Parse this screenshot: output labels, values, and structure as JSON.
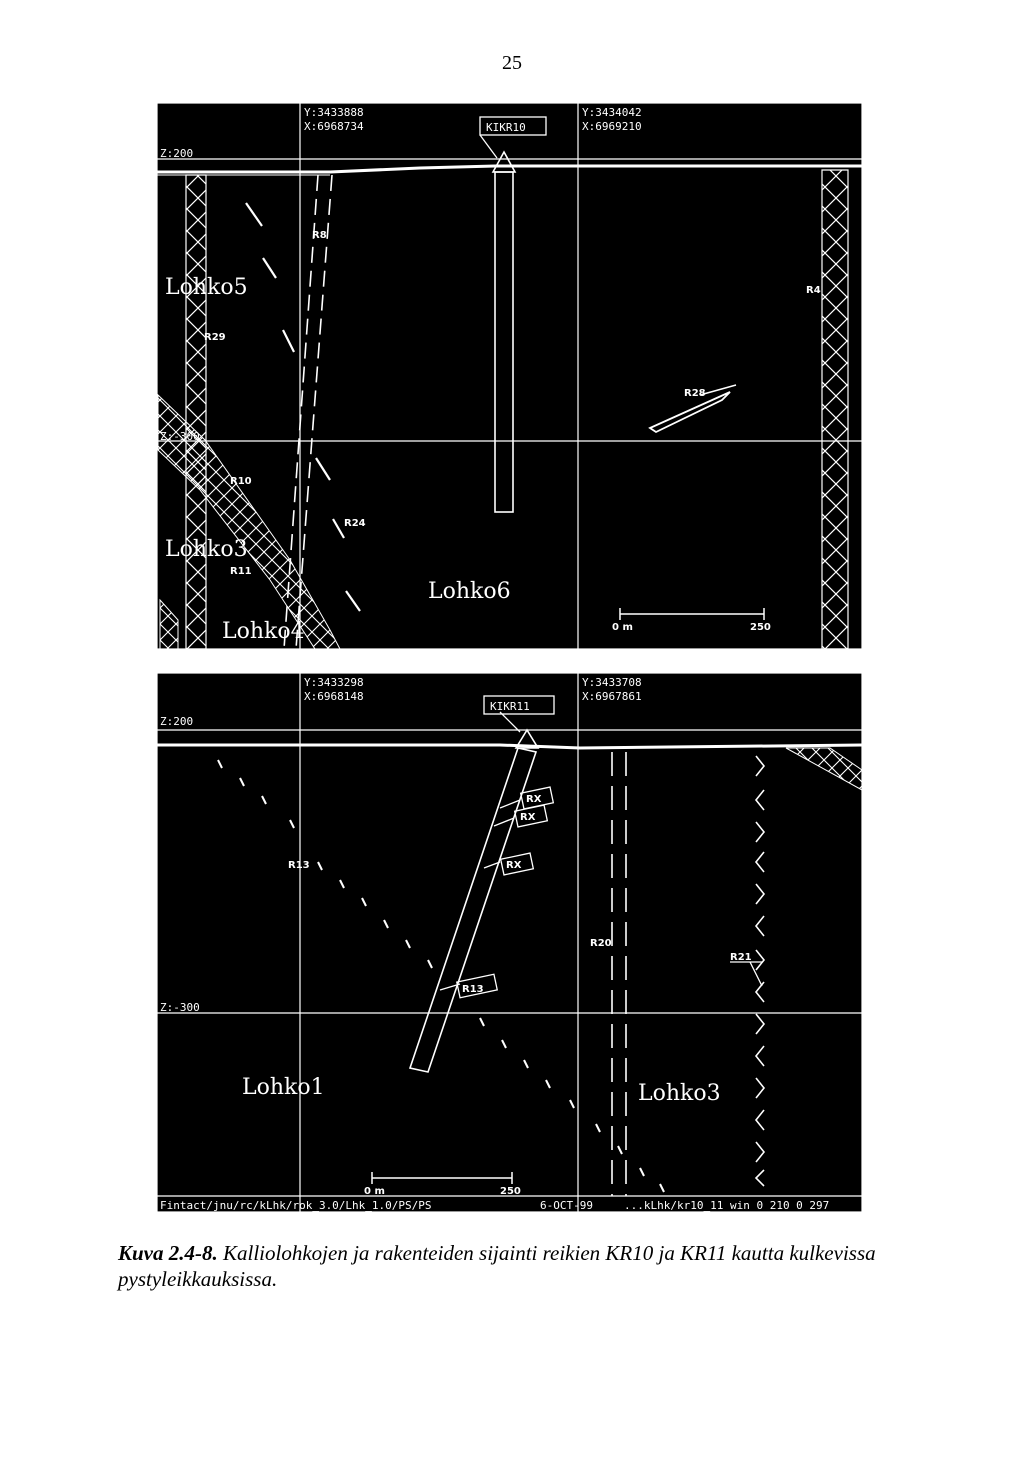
{
  "page_number": "25",
  "top_panel": {
    "z_top": "Z:200",
    "z_mid": "Z:-300",
    "coord_left": {
      "y": "Y:3433888",
      "x": "X:6968734"
    },
    "coord_right": {
      "y": "Y:3434042",
      "x": "X:6969210"
    },
    "borehole": "KIKR10",
    "blocks": {
      "lohko5": "Lohko5",
      "lohko3": "Lohko3",
      "lohko4": "Lohko4",
      "lohko6": "Lohko6"
    },
    "zones": {
      "r8": "R8",
      "r4": "R4",
      "r29": "R29",
      "r28": "R28",
      "r10": "R10",
      "r24": "R24",
      "r11": "R11"
    },
    "scale": {
      "start": "0 m",
      "end": "250"
    }
  },
  "bottom_panel": {
    "z_top": "Z:200",
    "z_mid": "Z:-300",
    "coord_left": {
      "y": "Y:3433298",
      "x": "X:6968148"
    },
    "coord_right": {
      "y": "Y:3433708",
      "x": "X:6967861"
    },
    "borehole": "KIKR11",
    "blocks": {
      "lohko1": "Lohko1",
      "lohko3": "Lohko3"
    },
    "zones": {
      "r13a": "R13",
      "r13b": "R13",
      "r20": "R20",
      "r21": "R21",
      "rx1": "RX",
      "rx2": "RX",
      "rx3": "RX"
    },
    "scale": {
      "start": "0 m",
      "end": "250"
    },
    "footer": {
      "path": "Fintact/jnu/rc/kLhk/rok_3.0/Lhk_1.0/PS/PS",
      "date": "6-OCT-99",
      "file": "...kLhk/kr10_11 win 0 210 0 297"
    }
  },
  "caption": {
    "label": "Kuva 2.4-8.",
    "text": "Kalliolohkojen ja rakenteiden sijainti reikien KR10 ja KR11 kautta kulkevissa pystyleikkauksissa."
  }
}
